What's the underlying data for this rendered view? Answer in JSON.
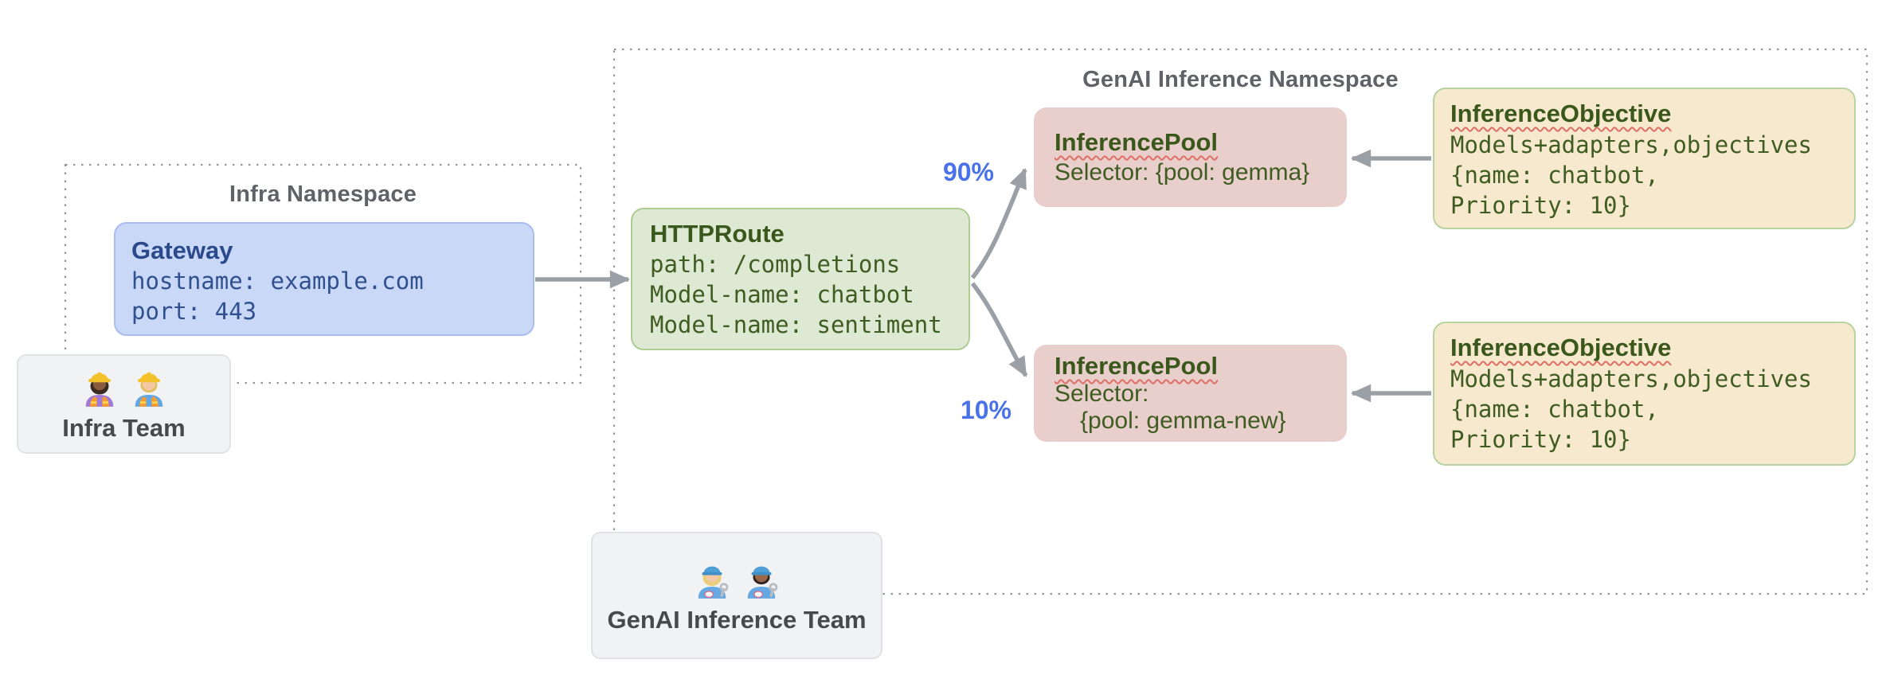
{
  "infra_namespace": {
    "title": "Infra Namespace",
    "gateway": {
      "title": "Gateway",
      "lines": [
        "hostname: example.com",
        "port: 443"
      ]
    }
  },
  "genai_namespace": {
    "title": "GenAI Inference Namespace",
    "httproute": {
      "title": "HTTPRoute",
      "lines": [
        "path: /completions",
        "Model-name: chatbot",
        "Model-name: sentiment"
      ]
    },
    "traffic": {
      "primary_pct": "90%",
      "canary_pct": "10%"
    },
    "pool_primary": {
      "title": "InferencePool",
      "lines": [
        "Selector: {pool: gemma}"
      ]
    },
    "pool_canary": {
      "title": "InferencePool",
      "lines": [
        "Selector:",
        "{pool: gemma-new}"
      ]
    },
    "objective_primary": {
      "title": "InferenceObjective",
      "lines": [
        "Models+adapters,objectives",
        "{name: chatbot,",
        "Priority: 10}"
      ]
    },
    "objective_canary": {
      "title": "InferenceObjective",
      "lines": [
        "Models+adapters,objectives",
        "{name: chatbot,",
        "Priority: 10}"
      ]
    }
  },
  "teams": {
    "infra": {
      "label": "Infra Team",
      "icons": [
        "woman-construction-worker",
        "man-construction-worker"
      ]
    },
    "genai": {
      "label": "GenAI Inference Team",
      "icons": [
        "woman-mechanic",
        "man-mechanic"
      ]
    }
  },
  "colors": {
    "arrow": "#9aa0a6",
    "ns_border": "#93979c",
    "ns_title": "#5f6368",
    "percent": "#4a72e8",
    "squiggle": "#df6f66",
    "gateway_fill": "#c9d8f7",
    "gateway_border": "#aabdf0",
    "gateway_title": "#2b4a8c",
    "gateway_text": "#31508f",
    "route_fill": "#dde9d2",
    "route_border": "#afcc92",
    "green_title": "#3a571c",
    "green_text": "#3f5c22",
    "pool_fill": "#e9cfcb",
    "objective_fill": "#f7e9ce",
    "objective_border": "#b7d3a0",
    "team_fill": "#f1f2f4",
    "team_border": "#e0e2e5",
    "team_text": "#47494d"
  }
}
